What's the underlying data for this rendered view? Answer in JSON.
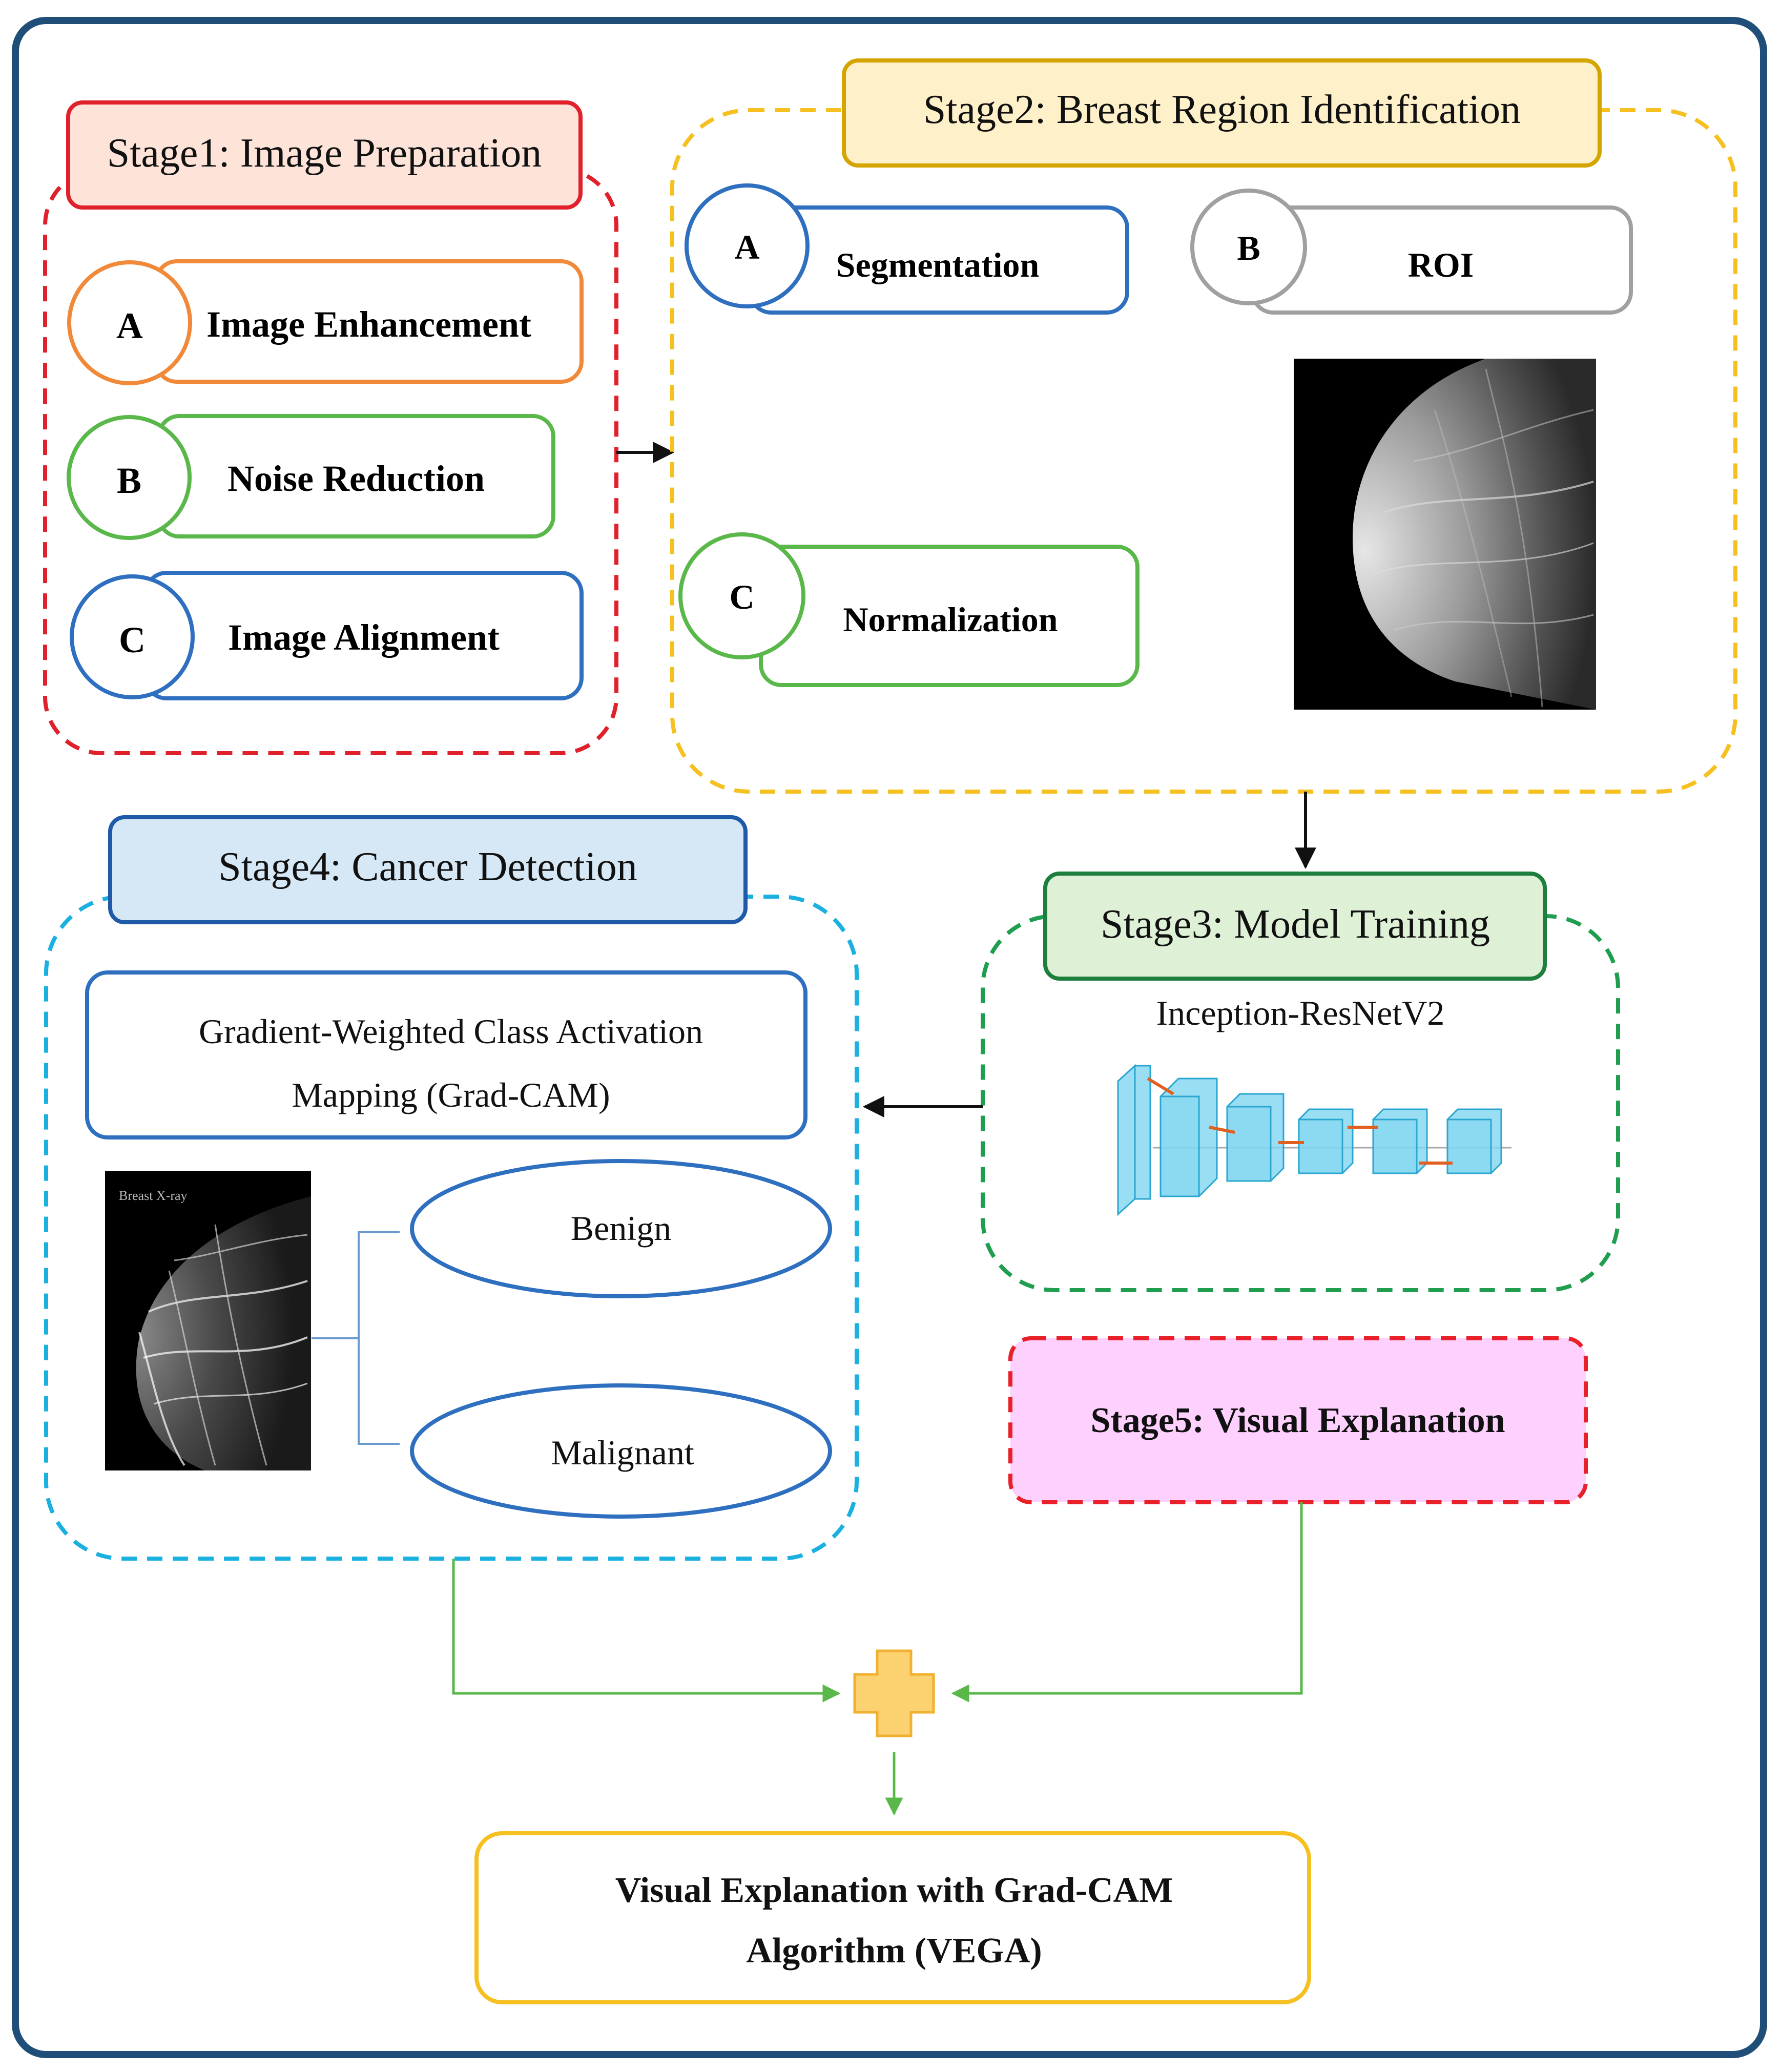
{
  "stage1": {
    "title": "Stage1: Image Preparation",
    "items": [
      {
        "letter": "A",
        "label": "Image Enhancement"
      },
      {
        "letter": "B",
        "label": "Noise Reduction"
      },
      {
        "letter": "C",
        "label": "Image Alignment"
      }
    ]
  },
  "stage2": {
    "title": "Stage2: Breast Region Identification",
    "items": [
      {
        "letter": "A",
        "label": "Segmentation"
      },
      {
        "letter": "B",
        "label": "ROI"
      },
      {
        "letter": "C",
        "label": "Normalization"
      }
    ]
  },
  "stage3": {
    "title": "Stage3: Model Training",
    "model": "Inception-ResNetV2"
  },
  "stage4": {
    "title": "Stage4: Cancer Detection",
    "gradcam_line1": "Gradient-Weighted Class Activation",
    "gradcam_line2": "Mapping (Grad-CAM)",
    "xray_caption": "Breast X-ray",
    "classes": [
      "Benign",
      "Malignant"
    ]
  },
  "stage5": {
    "title": "Stage5: Visual Explanation"
  },
  "output": {
    "line1": "Visual Explanation with Grad-CAM",
    "line2": "Algorithm (VEGA)"
  },
  "colors": {
    "frame": "#1f4e79",
    "stage1": "#e0202a",
    "stage2": "#f5c020",
    "stage3": "#1e9e4e",
    "stage4": "#1ab0e0",
    "stage5": "#e8202a",
    "orange": "#f08a3a",
    "green": "#5ab84a",
    "blue": "#2e6fc0",
    "gray": "#a0a0a0"
  }
}
